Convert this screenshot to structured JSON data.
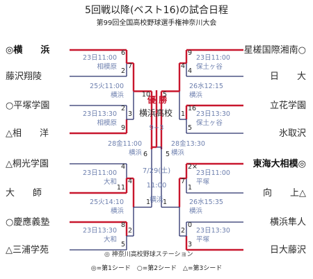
{
  "header": {
    "title": "5回戦以降(ベスト16)の試合日程",
    "subtitle": "第99回全国高校野球選手権神奈川大会"
  },
  "colors": {
    "win": "#c8162d",
    "line": "#29306b",
    "info": "#6d7fae"
  },
  "left_teams": [
    {
      "name": "◎横　　浜",
      "bold": true
    },
    {
      "name": "藤沢翔陵",
      "bold": false
    },
    {
      "name": "○平塚学園",
      "bold": false
    },
    {
      "name": "△相　　洋",
      "bold": false
    },
    {
      "name": "△桐光学園",
      "bold": false
    },
    {
      "name": "大　　師",
      "bold": false
    },
    {
      "name": "○慶應義塾",
      "bold": false
    },
    {
      "name": "△三浦学苑",
      "bold": false
    }
  ],
  "right_teams": [
    {
      "name": "星槎国際湘南○",
      "bold": false
    },
    {
      "name": "日　　大",
      "bold": false
    },
    {
      "name": "立花学園",
      "bold": false
    },
    {
      "name": "氷取沢",
      "bold": false
    },
    {
      "name": "東海大相模◎",
      "bold": true
    },
    {
      "name": "向　　上△",
      "bold": false
    },
    {
      "name": "横浜隼人",
      "bold": false
    },
    {
      "name": "日大藤沢",
      "bold": false
    }
  ],
  "r16_left_scores": [
    "6",
    "2",
    "2",
    "9",
    "4",
    "11",
    "8",
    "5"
  ],
  "r16_right_scores": [
    "9",
    "4",
    "16",
    "5",
    "2×",
    "1",
    "0",
    "3"
  ],
  "qf_left_scores": [
    "7",
    "3",
    "4",
    "2"
  ],
  "qf_right_scores": [
    "4",
    "1",
    "7",
    "2"
  ],
  "sf_left_scores": [
    "10",
    "1"
  ],
  "sf_right_scores": [
    "5",
    "1"
  ],
  "final_scores": [
    "6",
    "5"
  ],
  "schedule": {
    "l_r16_a": [
      "23日11:00",
      "相模原"
    ],
    "l_r16_b": [
      "23日13:30",
      "相模原"
    ],
    "l_r16_c": [
      "23日11:00",
      "大和"
    ],
    "l_r16_d": [
      "23日13:30",
      "大和"
    ],
    "l_qf_a": [
      "25火11:00",
      "横浜"
    ],
    "l_qf_b": [
      "25火14:10",
      "横浜"
    ],
    "l_sf": [
      "28金11:00",
      "横浜"
    ],
    "r_r16_a": [
      "23日11:00",
      "保土ヶ谷"
    ],
    "r_r16_b": [
      "23日13:30",
      "保土ヶ谷"
    ],
    "r_r16_c": [
      "23日11:00",
      "平塚"
    ],
    "r_r16_d": [
      "23日13:30",
      "平塚"
    ],
    "r_qf_a": [
      "26水12:15",
      "横浜"
    ],
    "r_qf_b": [
      "26水15:35",
      "横浜"
    ],
    "r_sf": [
      "28金13:30",
      "横浜"
    ]
  },
  "final": {
    "champion_label": "優 勝",
    "winner": "横浜高校",
    "score": "9−3",
    "date": "7/29(土)",
    "time": "11:00",
    "venue": "横浜"
  },
  "credit": "◎ 神奈川高校野球ステーション",
  "legend": "◎=第1シード　○=第2シード　△=第3シード"
}
